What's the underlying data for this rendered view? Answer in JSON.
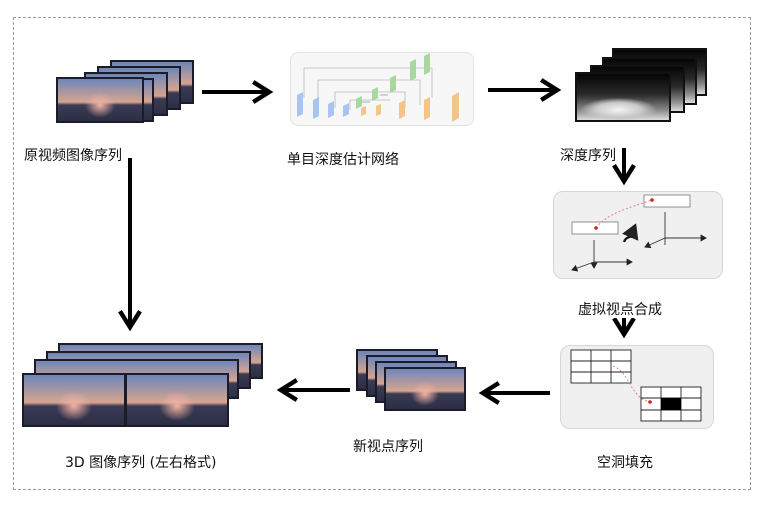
{
  "labels": {
    "source": "原视频图像序列",
    "network": "单目深度估计网络",
    "depth": "深度序列",
    "synthesis": "虚拟视点合成",
    "filling": "空洞填充",
    "new_view": "新视点序列",
    "output": "3D 图像序列 (左右格式)"
  },
  "colors": {
    "arrow": "#000000",
    "border": "#9a9aa8",
    "panel": "#f0f0f0",
    "photo_sky_top": "#6d86b9",
    "photo_sky_bottom": "#d6a590",
    "photo_ground": "#3a3a55",
    "fountain": "#f2b3a3",
    "net_blue": "#a9c4f0",
    "net_green": "#a8d8a0",
    "net_orange": "#f4c48a",
    "filled_cell": "#000000"
  }
}
